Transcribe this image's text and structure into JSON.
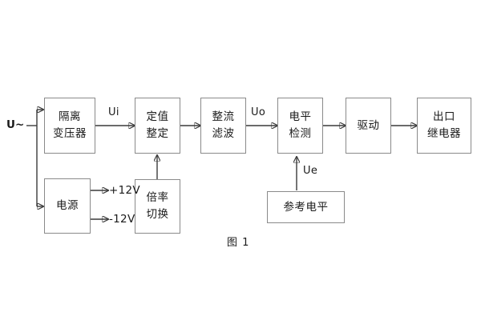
{
  "figure": {
    "caption": "图 1",
    "input_label": "U~",
    "colors": {
      "background": "#ffffff",
      "box_border": "#8a8a8a",
      "wire": "#3a3a3a",
      "text": "#1a1a1a"
    }
  },
  "blocks": {
    "isolation_transformer": {
      "line1": "隔离",
      "line2": "变压器"
    },
    "setting_adjust": {
      "line1": "定值",
      "line2": "整定"
    },
    "rectify_filter": {
      "line1": "整流",
      "line2": "滤波"
    },
    "level_detect": {
      "line1": "电平",
      "line2": "检测"
    },
    "drive": {
      "line1": "驱动",
      "line2": ""
    },
    "output_relay": {
      "line1": "出口",
      "line2": "继电器"
    },
    "power_supply": {
      "line1": "电源",
      "line2": ""
    },
    "ratio_switch": {
      "line1": "倍率",
      "line2": "切换"
    },
    "reference_level": {
      "line1": "参考电平",
      "line2": ""
    }
  },
  "signals": {
    "ui": "Ui",
    "uo": "Uo",
    "ue": "Ue",
    "rail_pos": "+12V",
    "rail_neg": "-12V"
  }
}
